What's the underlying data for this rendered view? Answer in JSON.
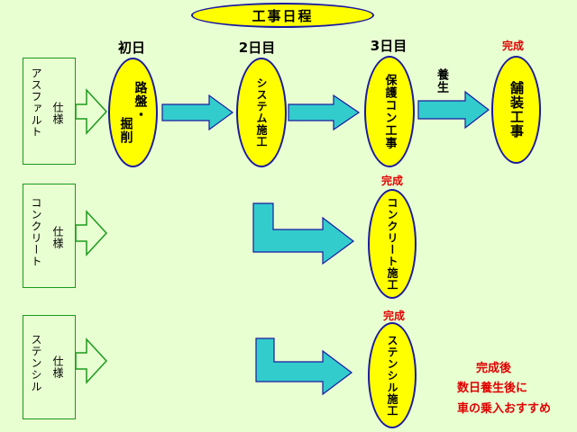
{
  "title": "工事日程",
  "days": {
    "d1": "初日",
    "d2": "2日目",
    "d3": "3日目"
  },
  "complete_label": "完成",
  "curing_label": "養生",
  "rows": {
    "asphalt": {
      "spec_name": "アスファルト",
      "spec_suffix": "仕様",
      "steps": {
        "s1a": "路盤・",
        "s1b": "掘削",
        "s2": "システム施工",
        "s3": "保護コン工事",
        "s4": "舗装工事"
      }
    },
    "concrete": {
      "spec_name": "コンクリート",
      "spec_suffix": "仕様",
      "step": "コンクリート施工"
    },
    "stencil": {
      "spec_name": "ステンシル",
      "spec_suffix": "仕様",
      "step": "ステンシル施工"
    }
  },
  "note": {
    "line1": "完成後",
    "line2": "数日養生後に",
    "line3": "車の乗入おすすめ"
  },
  "colors": {
    "background": "#e8ffd2",
    "oval_fill": "#ffff00",
    "oval_border": "#1a1aa0",
    "arrow_fill": "#33cccc",
    "spec_arrow_fill": "#e8ffd2",
    "spec_border": "#1a9a1a",
    "accent_red": "#e00000"
  }
}
